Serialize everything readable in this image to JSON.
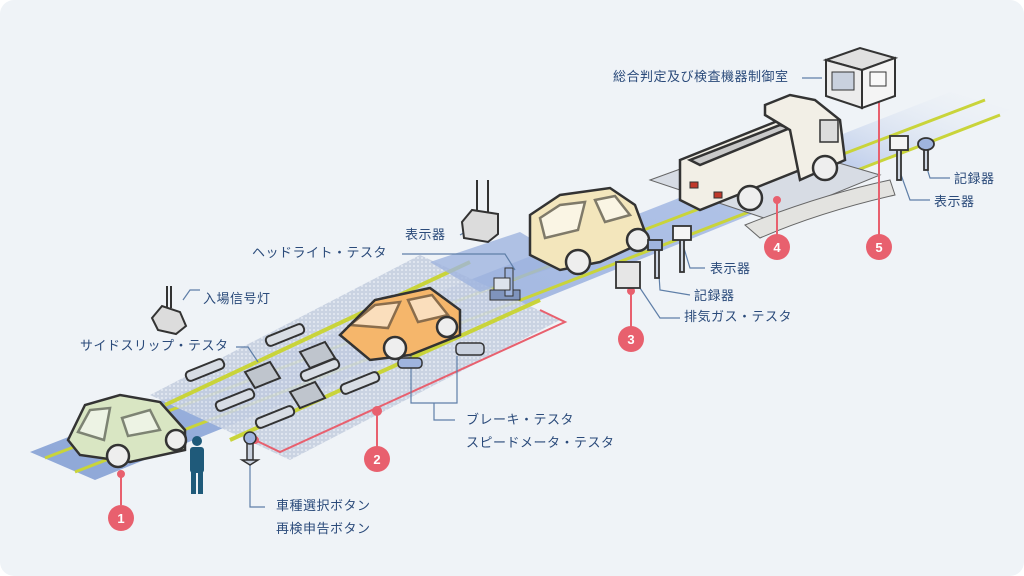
{
  "diagram": {
    "title": "自動車検査ライン",
    "colors": {
      "background": "#eff3f7",
      "label_text": "#2a4a7a",
      "leader_line": "#5f7fa8",
      "badge": "#e8606e",
      "lane_blue": "#8ea8d8",
      "lane_yellow": "#c9d43a"
    },
    "labels": {
      "control_room": "総合判定及び検査機器制御室",
      "recorder_right": "記録器",
      "display_right": "表示器",
      "display_mid": "表示器",
      "recorder_mid": "記録器",
      "exhaust_tester": "排気ガス・テスタ",
      "display_top": "表示器",
      "headlight_tester": "ヘッドライト・テスタ",
      "entry_signal": "入場信号灯",
      "side_slip_tester": "サイドスリップ・テスタ",
      "brake_tester": "ブレーキ・テスタ",
      "speedometer_tester": "スピードメータ・テスタ",
      "vehicle_type_button": "車種選択ボタン",
      "reinspection_button": "再検申告ボタン"
    },
    "steps": [
      "1",
      "2",
      "3",
      "4",
      "5"
    ]
  }
}
